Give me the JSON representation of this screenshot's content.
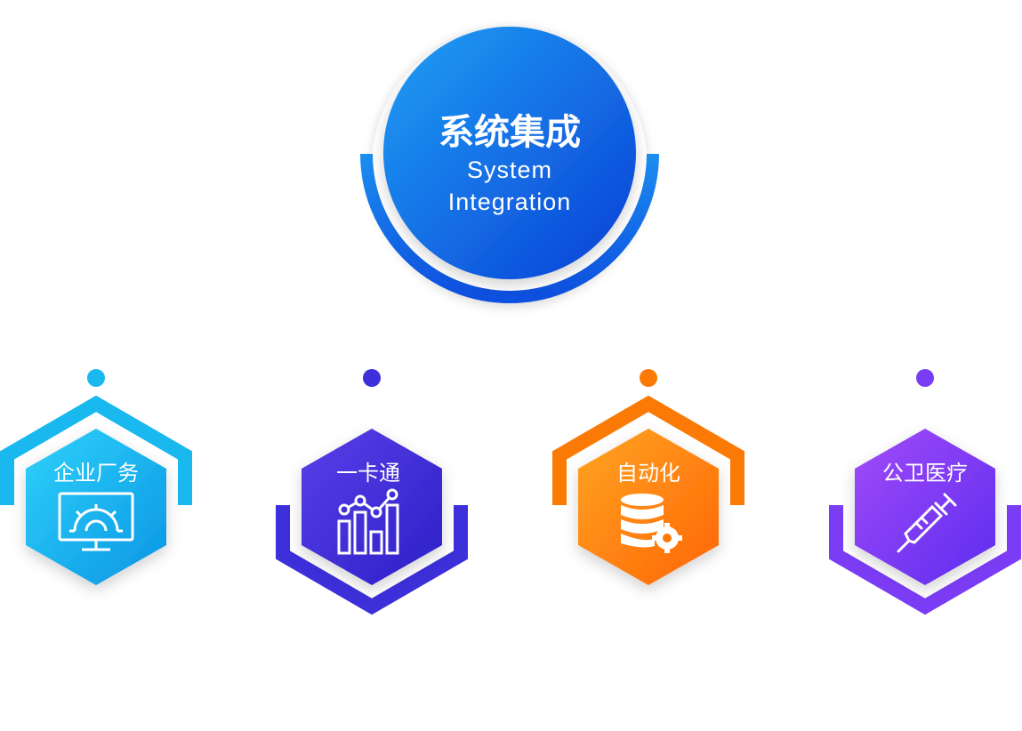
{
  "hub": {
    "title": "系统集成",
    "subtitle_line1": "System",
    "subtitle_line2": "Integration"
  },
  "nodes": [
    {
      "label": "企业厂务",
      "icon": "monitor-gear-icon",
      "color": "#11b5ee"
    },
    {
      "label": "一卡通",
      "icon": "bar-chart-icon",
      "color": "#3d2fd9"
    },
    {
      "label": "自动化",
      "icon": "database-gear-icon",
      "color": "#fb7a06"
    },
    {
      "label": "公卫医疗",
      "icon": "syringe-icon",
      "color": "#7b3cf5"
    }
  ]
}
